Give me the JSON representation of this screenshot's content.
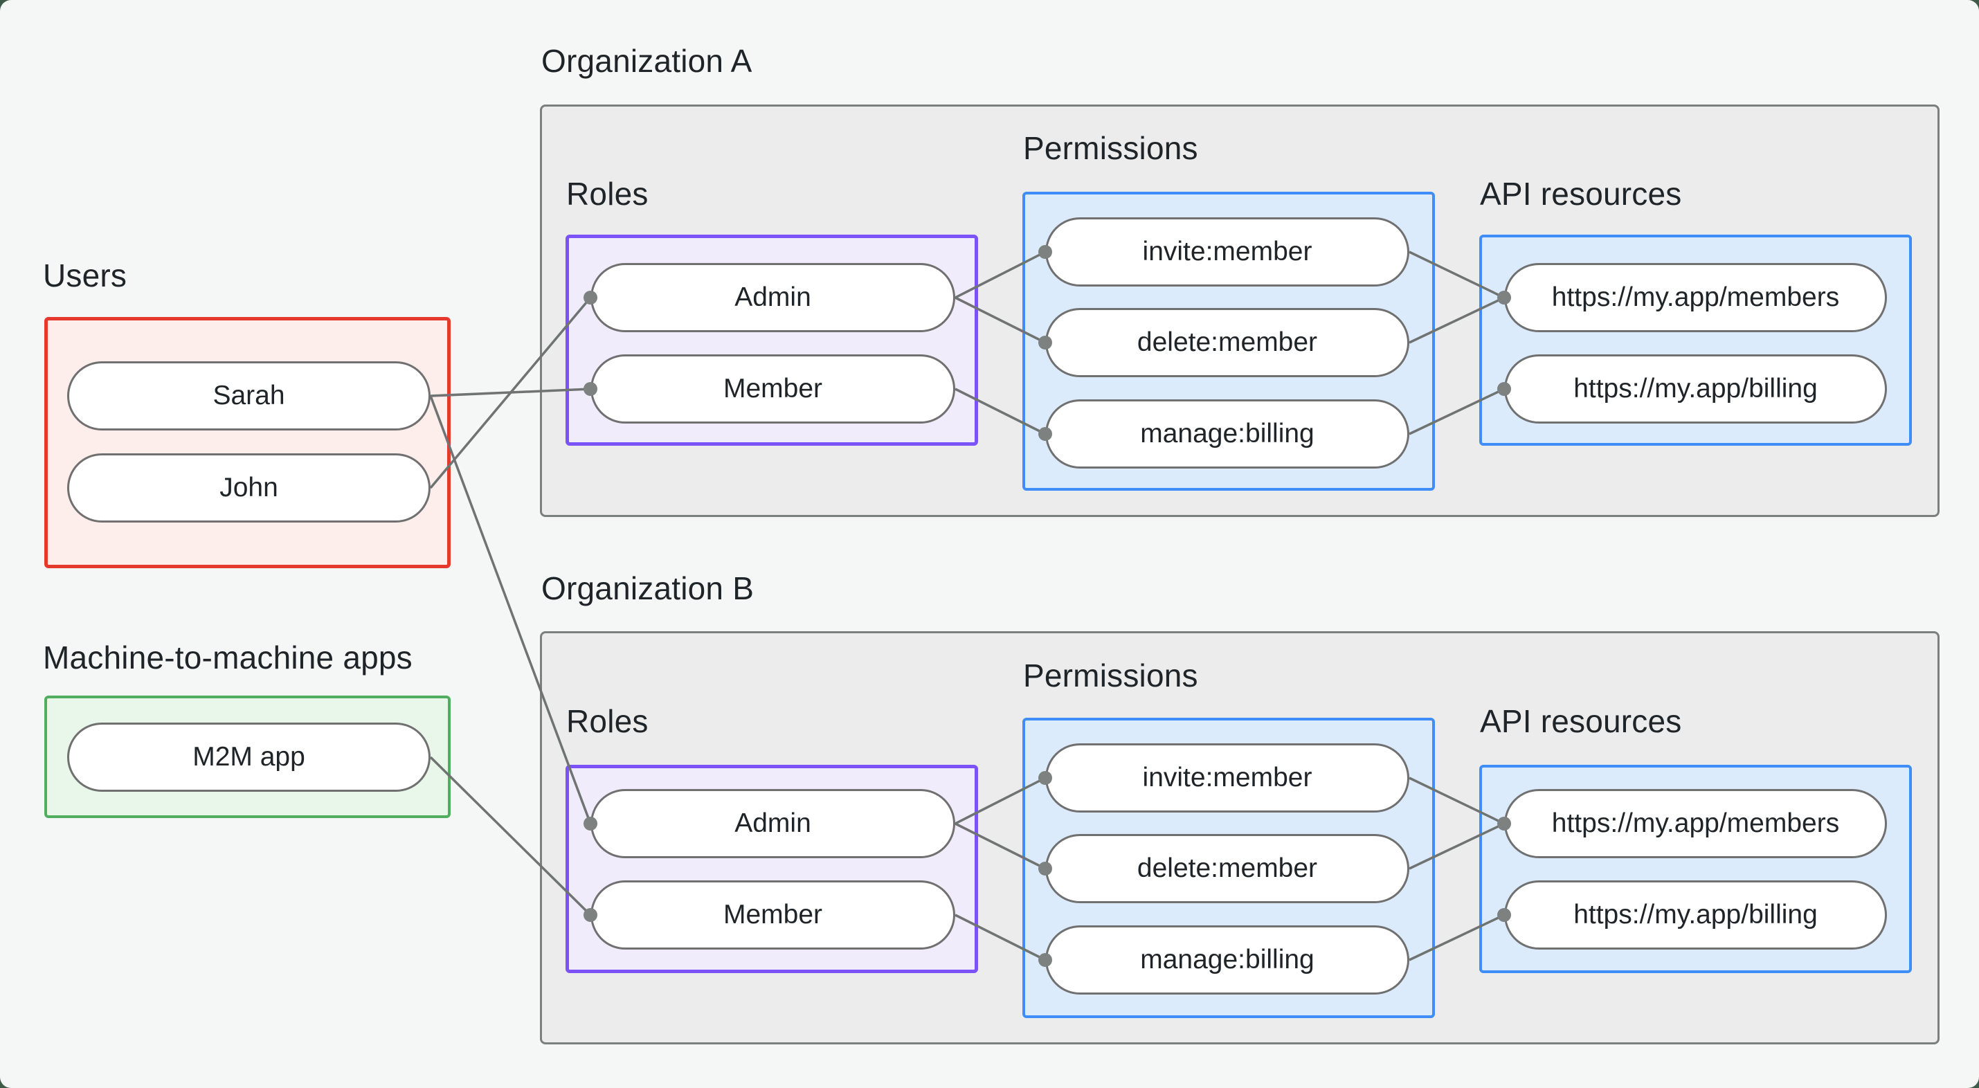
{
  "labels": {
    "users": "Users",
    "machine_apps": "Machine-to-machine apps",
    "org_a": "Organization A",
    "org_b": "Organization B",
    "roles_a": "Roles",
    "permissions_a": "Permissions",
    "api_resources_a": "API resources",
    "roles_b": "Roles",
    "permissions_b": "Permissions",
    "api_resources_b": "API resources"
  },
  "nodes": {
    "sarah": "Sarah",
    "john": "John",
    "m2m": "M2M app",
    "a_admin": "Admin",
    "a_member": "Member",
    "a_invite": "invite:member",
    "a_delete": "delete:member",
    "a_manage": "manage:billing",
    "a_members": "https://my.app/members",
    "a_billing": "https://my.app/billing",
    "b_admin": "Admin",
    "b_member": "Member",
    "b_invite": "invite:member",
    "b_delete": "delete:member",
    "b_manage": "manage:billing",
    "b_members": "https://my.app/members",
    "b_billing": "https://my.app/billing"
  },
  "edges": [
    {
      "from": "sarah",
      "to": "a_member"
    },
    {
      "from": "john",
      "to": "a_admin"
    },
    {
      "from": "sarah",
      "to": "b_admin"
    },
    {
      "from": "m2m",
      "to": "b_member"
    },
    {
      "from": "a_admin",
      "to": "a_invite"
    },
    {
      "from": "a_admin",
      "to": "a_delete"
    },
    {
      "from": "a_member",
      "to": "a_manage"
    },
    {
      "from": "a_invite",
      "to": "a_members"
    },
    {
      "from": "a_delete",
      "to": "a_members"
    },
    {
      "from": "a_manage",
      "to": "a_billing"
    },
    {
      "from": "b_admin",
      "to": "b_invite"
    },
    {
      "from": "b_admin",
      "to": "b_delete"
    },
    {
      "from": "b_member",
      "to": "b_manage"
    },
    {
      "from": "b_invite",
      "to": "b_members"
    },
    {
      "from": "b_delete",
      "to": "b_members"
    },
    {
      "from": "b_manage",
      "to": "b_billing"
    }
  ],
  "colors": {
    "page_bg": "#f5f7f6",
    "frame_bg": "#3e5a49",
    "org_fill": "#ececec",
    "org_border": "#7b807e",
    "users_fill": "#fdedeb",
    "users_border": "#e5392e",
    "m2m_fill": "#e9f6ea",
    "m2m_border": "#52ae5f",
    "roles_fill": "#f0ecfc",
    "roles_border": "#7b52f6",
    "blue_fill": "#dcebfc",
    "blue_border": "#3f8ef7",
    "pill_fill": "#ffffff",
    "pill_border": "#707070",
    "connector": "#6f7372",
    "dot": "#7d8180",
    "text": "#1f2428"
  }
}
